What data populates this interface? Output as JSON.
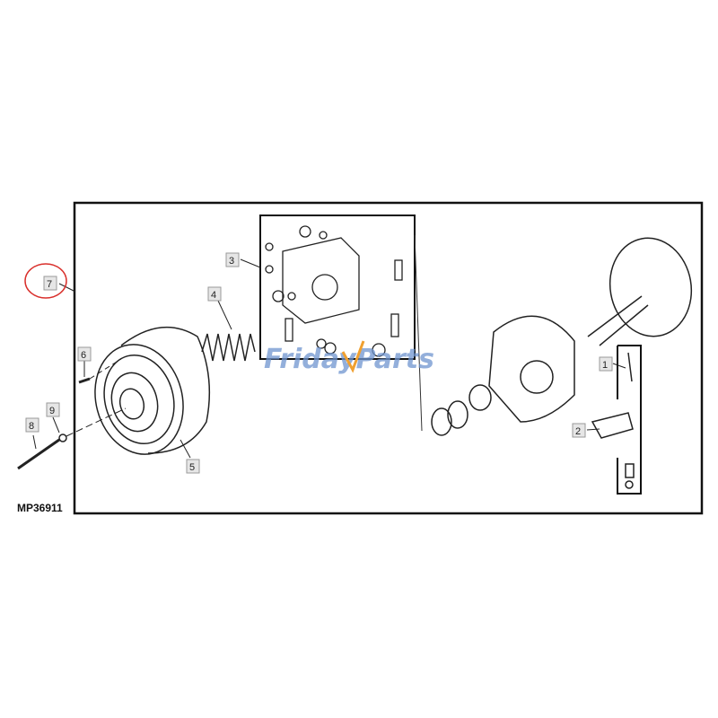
{
  "diagram": {
    "code": "MP36911",
    "callouts": [
      "1",
      "2",
      "3",
      "4",
      "5",
      "6",
      "7",
      "8",
      "9"
    ],
    "highlighted_callout": "7",
    "highlight_color": "#d9302c"
  },
  "watermark": {
    "text": "FridayParts",
    "color": "#6f95cf",
    "accent": "#f0a030"
  }
}
